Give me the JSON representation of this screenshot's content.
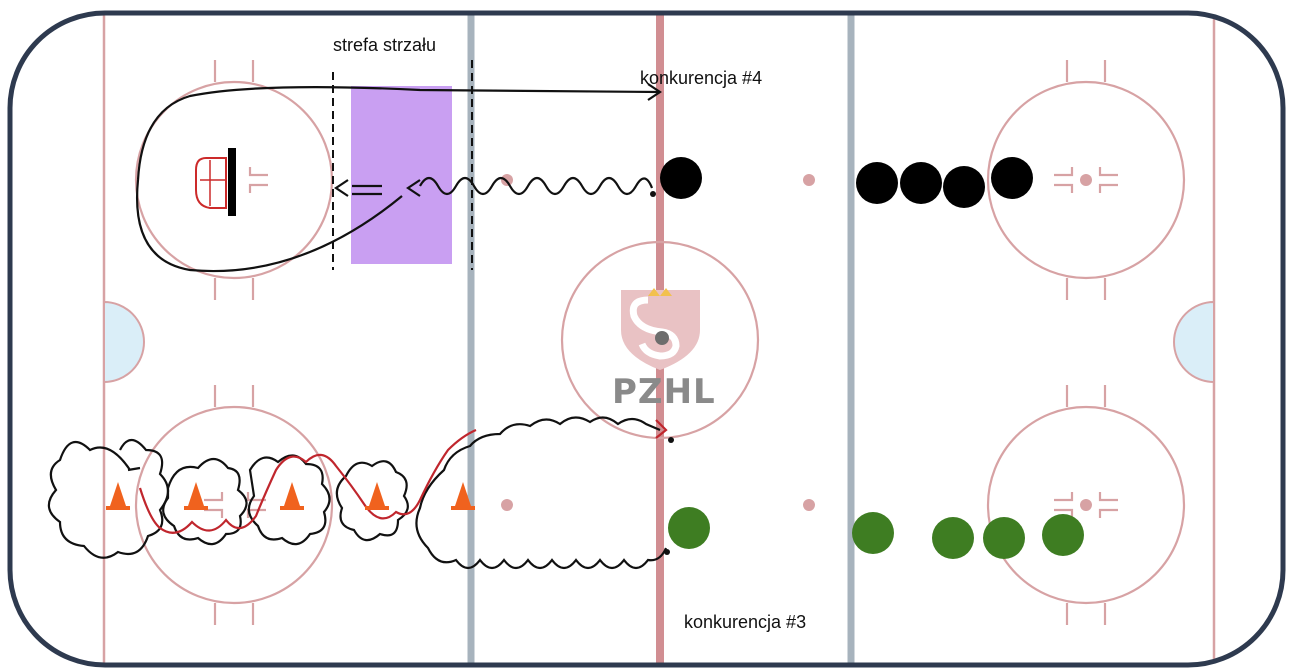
{
  "labels": {
    "shooting_zone": "strefa strzału",
    "competition_4": "konkurencja #4",
    "competition_3": "konkurencja #3"
  },
  "logo": {
    "text": "PZHL"
  },
  "colors": {
    "board": "#2e3a4f",
    "red_line": "#d7a2a4",
    "red_line_center": "#d18e92",
    "blue_line": "#a7b3bd",
    "crease": "#daeef8",
    "shooting_zone": "#c99ff2",
    "player_black": "#000000",
    "player_green": "#3e7d22",
    "cone": "#f0621e",
    "path_black": "#111111",
    "path_red": "#c0262d"
  },
  "elements": {
    "black_players": 5,
    "green_players": 5,
    "cones": 5
  }
}
